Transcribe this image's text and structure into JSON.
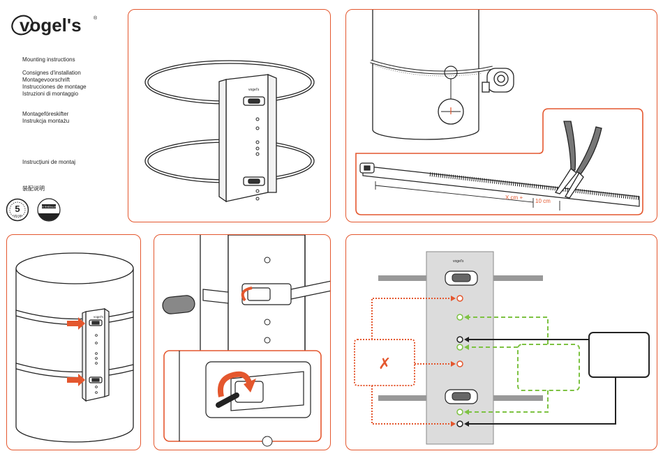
{
  "brand": {
    "logo_text": "vogel's",
    "registered_mark": "®",
    "plate_logo_text": "vogel's"
  },
  "languages": {
    "en": "Mounting instructions",
    "fr": "Consignes d'installation",
    "de": "Montagevoorschrift",
    "es": "Instrucciones de montage",
    "it": "Istruzioni di montaggio",
    "sv": "Montageföreskifter",
    "pl": "Instrukcja montażu",
    "ro": "Instrucțiuni de montaj",
    "zh": "装配说明"
  },
  "badges": {
    "warranty_number": "5",
    "warranty_unit": "YEAR",
    "tuv_text": "TÜV RHEINLAND"
  },
  "measure": {
    "x_label": "X cm +",
    "extra_label": "10 cm"
  },
  "diagram": {
    "x_symbol": "✗"
  },
  "colors": {
    "accent": "#e4572e",
    "green": "#7dc242",
    "plate_gray": "#dcdcdc",
    "bar_gray": "#999999"
  }
}
